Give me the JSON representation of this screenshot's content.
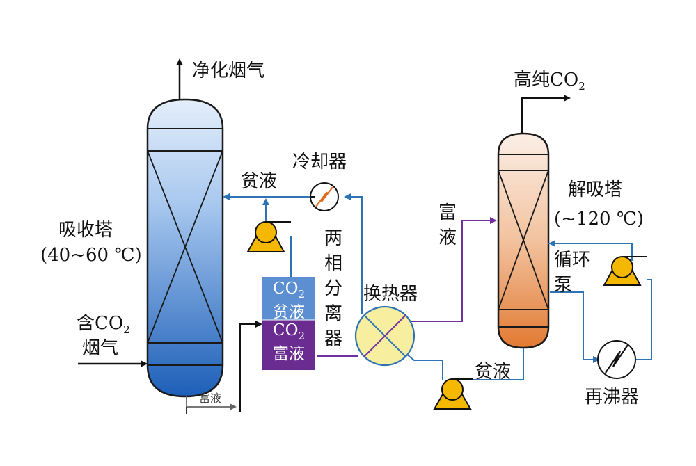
{
  "labels": {
    "clean_gas": "净化烟气",
    "absorber_name": "吸收塔",
    "absorber_temp": "(40~60 ℃)",
    "inlet_gas_line1": "含CO",
    "inlet_gas_sub": "2",
    "inlet_gas_line2": "烟气",
    "lean_top": "贫液",
    "cooler": "冷却器",
    "separator": "两相分离器",
    "sep_top_co": "CO",
    "sep_top_sub": "2",
    "sep_top_liq": "贫液",
    "sep_bot_co": "CO",
    "sep_bot_sub": "2",
    "sep_bot_liq": "富液",
    "rich_bottom": "富液",
    "heat_exchanger": "换热器",
    "rich_side": "富液",
    "high_purity": "高纯CO",
    "high_purity_sub": "2",
    "desorber_name": "解吸塔",
    "desorber_temp": "(~120 ℃)",
    "circ_pump": "循环泵",
    "lean_bottom": "贫液",
    "reboiler": "再沸器"
  },
  "colors": {
    "blue_line": "#2e74b5",
    "purple_line": "#7030a0",
    "pump": "#f5b800",
    "sep_top": "#5b8fd1",
    "sep_bottom": "#6a2c91",
    "exchanger_fill": "#f7eea0"
  }
}
